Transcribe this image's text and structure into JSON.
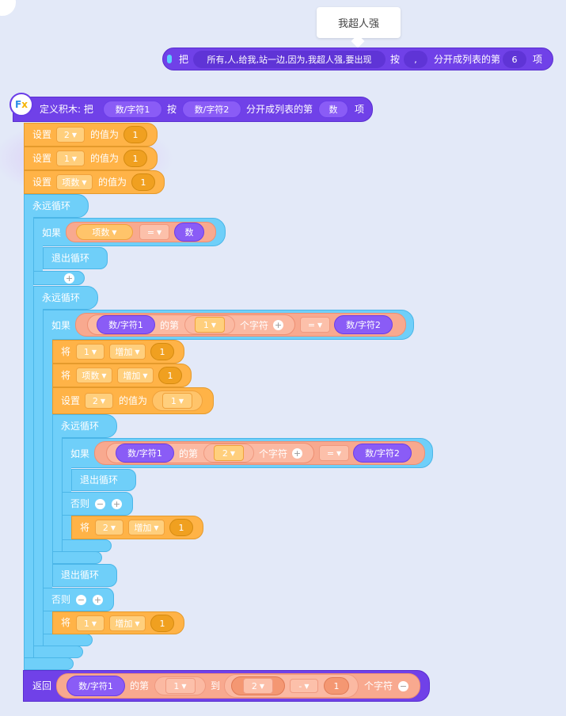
{
  "speech_bubble": "我超人强",
  "call_block": {
    "ba": "把",
    "string": "所有,人,给我,站一边,因为,我超人强,要出现",
    "an": "按",
    "sep": ",",
    "split_text": "分开成列表的第",
    "index": "6",
    "xiang": "项"
  },
  "define_block": {
    "label": "定义积木: 把",
    "param1": "数/字符1",
    "an": "按",
    "param2": "数/字符2",
    "split_text": "分开成列表的第",
    "param3": "数",
    "xiang": "项"
  },
  "set1": {
    "label": "设置",
    "var": "2",
    "to": "的值为",
    "val": "1"
  },
  "set2": {
    "label": "设置",
    "var": "1",
    "to": "的值为",
    "val": "1"
  },
  "set3": {
    "label": "设置",
    "var": "项数",
    "to": "的值为",
    "val": "1"
  },
  "forever1": "永远循环",
  "if1": {
    "label": "如果",
    "left": "项数",
    "op": "=",
    "right": "数"
  },
  "break1": "退出循环",
  "forever2": "永远循环",
  "if2": {
    "label": "如果",
    "str": "数/字符1",
    "di": "的第",
    "idx": "1",
    "char": "个字符",
    "op": "=",
    "right": "数/字符2"
  },
  "inc1": {
    "label": "将",
    "var": "1",
    "op": "增加",
    "val": "1"
  },
  "inc2": {
    "label": "将",
    "var": "项数",
    "op": "增加",
    "val": "1"
  },
  "set4": {
    "label": "设置",
    "var": "2",
    "to": "的值为",
    "val": "1"
  },
  "forever3": "永远循环",
  "if3": {
    "label": "如果",
    "str": "数/字符1",
    "di": "的第",
    "idx": "2",
    "char": "个字符",
    "op": "=",
    "right": "数/字符2"
  },
  "break2": "退出循环",
  "else1": "否则",
  "inc3": {
    "label": "将",
    "var": "2",
    "op": "增加",
    "val": "1"
  },
  "break3": "退出循环",
  "else2": "否则",
  "inc4": {
    "label": "将",
    "var": "1",
    "op": "增加",
    "val": "1"
  },
  "return_block": {
    "label": "返回",
    "str": "数/字符1",
    "di": "的第",
    "from": "1",
    "dao": "到",
    "a": "2",
    "op": "-",
    "b": "1",
    "char": "个字符"
  },
  "colors": {
    "purple": "#7041e8",
    "orange": "#ffb347",
    "blue": "#6fcff9",
    "salmon": "#f8a98f"
  },
  "icons": {
    "fx": "fx-icon",
    "plus": "plus-icon",
    "minus": "minus-icon",
    "dropdown": "caret-down-icon"
  }
}
